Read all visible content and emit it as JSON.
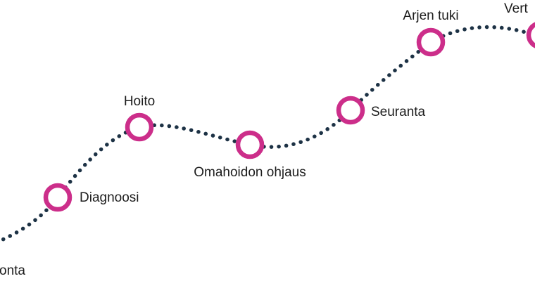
{
  "colors": {
    "path_dots": "#1d3245",
    "node_ring": "#cc2e8a",
    "label_text": "#1c1c1c",
    "background": "#ffffff"
  },
  "steps": [
    {
      "label": "onta"
    },
    {
      "label": "Diagnoosi"
    },
    {
      "label": "Hoito"
    },
    {
      "label": "Omahoidon ohjaus"
    },
    {
      "label": "Seuranta"
    },
    {
      "label": "Arjen tuki"
    },
    {
      "label": "Vert"
    }
  ]
}
